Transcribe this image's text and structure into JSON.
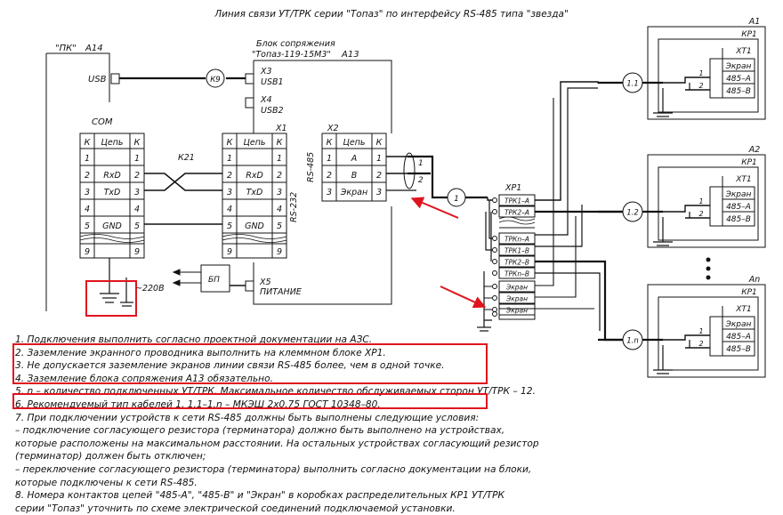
{
  "title": "Линия связи УТ/ТРК серии \"Топаз\" по интерфейсу RS-485 типа \"звезда\"",
  "pc": {
    "label": "\"ПК\"",
    "id": "A14",
    "usb": "USB",
    "com": "COM"
  },
  "cable_labels": {
    "k9": "К9",
    "k21": "К21",
    "power": "~220В",
    "psu": "БП"
  },
  "adapter": {
    "label_line1": "Блок сопряжения",
    "label_line2": "\"Топаз-119-15М3\"",
    "id": "A13",
    "x3": "X3",
    "usb1": "USB1",
    "x4": "X4",
    "usb2": "USB2",
    "x1": "X1",
    "rs232": "RS-232",
    "x2": "X2",
    "rs485": "RS-485",
    "x5": "X5",
    "power": "ПИТАНИЕ"
  },
  "com_table": {
    "header": [
      "К",
      "Цепь",
      "К"
    ],
    "rows": [
      [
        "1",
        "",
        "1"
      ],
      [
        "2",
        "RxD",
        "2"
      ],
      [
        "3",
        "TxD",
        "3"
      ],
      [
        "4",
        "",
        "4"
      ],
      [
        "5",
        "GND",
        "5"
      ],
      [
        "9",
        "",
        "9"
      ]
    ]
  },
  "x1_table": {
    "header": [
      "К",
      "Цепь",
      "К"
    ],
    "rows": [
      [
        "1",
        "",
        "1"
      ],
      [
        "2",
        "RxD",
        "2"
      ],
      [
        "3",
        "TxD",
        "3"
      ],
      [
        "4",
        "",
        "4"
      ],
      [
        "5",
        "GND",
        "5"
      ],
      [
        "9",
        "",
        "9"
      ]
    ]
  },
  "x2_table": {
    "header": [
      "К",
      "Цепь",
      "К"
    ],
    "rows": [
      [
        "1",
        "А",
        "1"
      ],
      [
        "2",
        "В",
        "2"
      ],
      [
        "3",
        "Экран",
        "3"
      ]
    ]
  },
  "xp1": {
    "id": "XP1",
    "terminals": [
      "ТРК1–А",
      "ТРК2–А",
      "ТРКn–А",
      "ТРК1–В",
      "ТРК2–В",
      "ТРКn–В",
      "Экран",
      "Экран",
      "Экран"
    ]
  },
  "wire_labels": {
    "w1": "1",
    "w2": "2",
    "c1": "1",
    "c11": "1.1",
    "c12": "1.2",
    "c1n": "1.n"
  },
  "devices": [
    {
      "id": "A1",
      "kp": "КР1",
      "xt": "ХТ1",
      "t1": "Экран",
      "t2": "485–А",
      "t3": "485–В",
      "p1": "1",
      "p2": "2"
    },
    {
      "id": "A2",
      "kp": "КР1",
      "xt": "ХТ1",
      "t1": "Экран",
      "t2": "485–А",
      "t3": "485–В",
      "p1": "1",
      "p2": "2"
    },
    {
      "id": "An",
      "kp": "КР1",
      "xt": "ХТ1",
      "t1": "Экран",
      "t2": "485–А",
      "t3": "485–В",
      "p1": "1",
      "p2": "2"
    }
  ],
  "notes": [
    "1. Подключения выполнить согласно проектной документации на АЗС.",
    "2. Заземление экранного проводника выполнить на клеммном блоке ХР1.",
    "3. Не допускается заземление экранов линии связи RS-485 более, чем в одной точке.",
    "4. Заземление блока сопряжения А13 обязательно.",
    "5. n – количество подключенных УТ/ТРК. Максимальное количество обслуживаемых сторон УТ/ТРК – 12.",
    "6. Рекомендуемый тип кабелей 1, 1.1–1.n – МКЭШ 2х0,75 ГОСТ 10348–80.",
    "7. При подключении устройств к сети RS-485 должны быть выполнены следующие условия:",
    "– подключение согласующего резистора (терминатора) должно быть выполнено на устройствах,",
    "  которые расположены на максимальном расстоянии. На остальных устройствах согласующий резистор",
    "  (терминатор) должен быть отключен;",
    "– переключение согласующего резистора (терминатора) выполнить согласно документации на блоки,",
    "  которые подключены к сети RS-485.",
    "8. Номера контактов цепей \"485-А\", \"485-В\" и \"Экран\" в коробках распределительных КР1 УТ/ТРК",
    "  серии \"Топаз\" уточнить по схеме электрической соединений подключаемой установки."
  ],
  "highlight_color": "#e0141e"
}
